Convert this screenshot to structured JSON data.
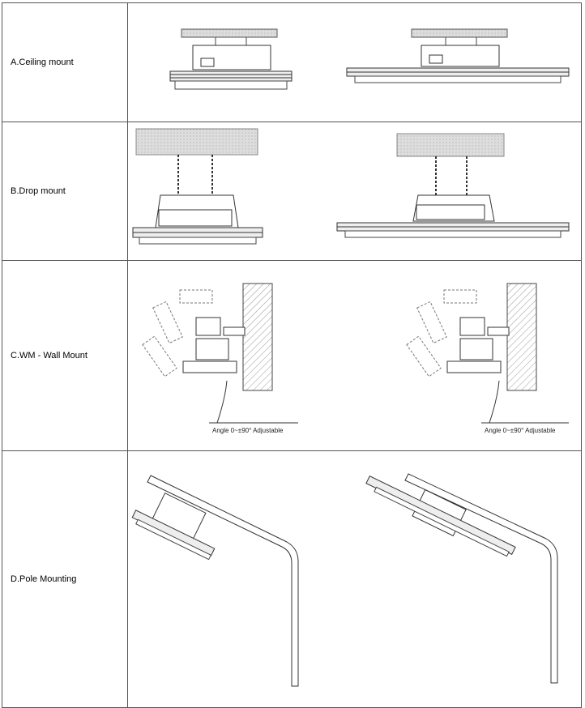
{
  "rows": [
    {
      "label": "A.Ceiling mount"
    },
    {
      "label": "B.Drop mount"
    },
    {
      "label": "C.WM - Wall Mount"
    },
    {
      "label": "D.Pole Mounting"
    }
  ],
  "wall_mount": {
    "caption_left": "Angle 0~±90° Adjustable",
    "caption_right": "Angle 0~±90° Adjustable"
  }
}
